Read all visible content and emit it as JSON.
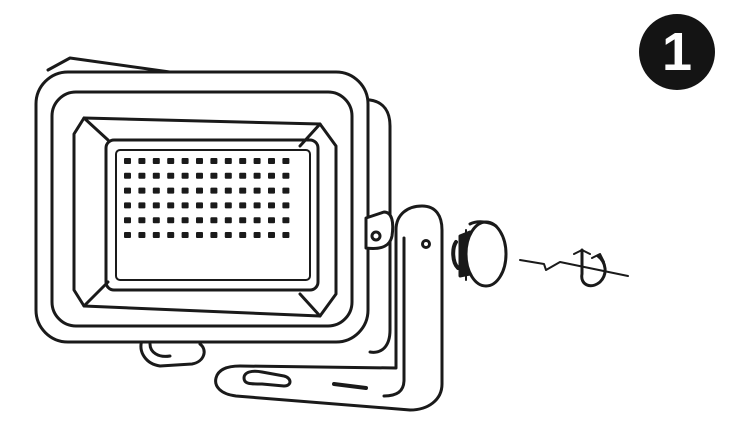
{
  "step": {
    "number": "1"
  },
  "colors": {
    "line": "#1a1a1a",
    "badge": "#141414",
    "background": "#ffffff"
  },
  "icons": [
    "floodlight-body",
    "mounting-bracket",
    "adjustment-knob",
    "rotate-arrow-icon"
  ],
  "led_grid": {
    "rows": 6,
    "columns": 12
  }
}
